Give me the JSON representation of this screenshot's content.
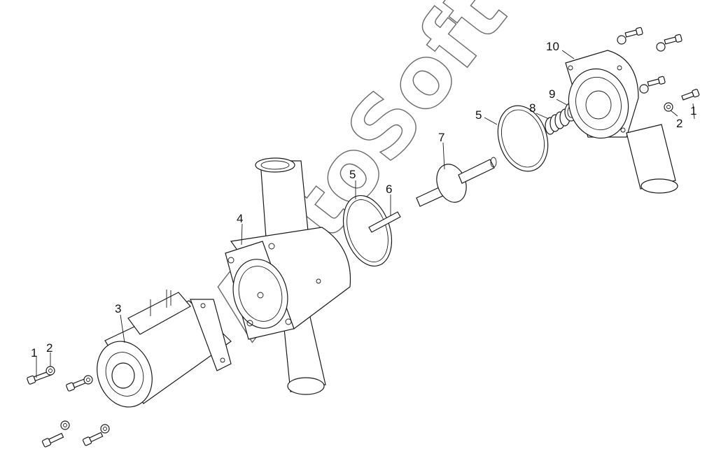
{
  "diagram": {
    "watermark": "AutoSoft",
    "callouts": [
      "1",
      "2",
      "3",
      "4",
      "5",
      "5",
      "6",
      "7",
      "8",
      "9",
      "10",
      "1",
      "2"
    ]
  }
}
